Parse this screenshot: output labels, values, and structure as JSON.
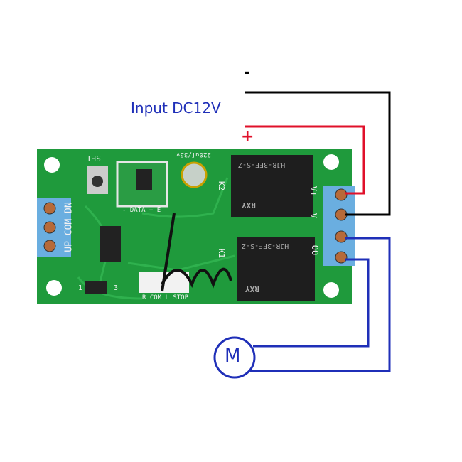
{
  "diagram": {
    "input_label": "Input DC12V",
    "negative_sign": "-",
    "positive_sign": "+",
    "motor_label": "M",
    "board": {
      "set_label": "SET",
      "capacitor_label": "220uf/35v",
      "relay_k2": "K2",
      "relay_k1": "K1",
      "relay_model_1": "HJR-3FF-S-Z",
      "relay_model_2": "HJR-3FF-S-Z",
      "relay_brand_1": "RXY",
      "relay_brand_2": "RXY",
      "left_terminal_label": "UP COM DN",
      "module_pins": "- DATA + E",
      "connector_label": "R COM L STOP",
      "right_terminal_plus": "V+",
      "right_terminal_minus": "V-",
      "right_terminal_out": "OO",
      "jumper_1": "1",
      "jumper_3": "3"
    },
    "colors": {
      "board": "#1f9a3c",
      "terminal": "#6aaee0",
      "wire_negative": "#000000",
      "wire_positive": "#e0102a",
      "wire_motor": "#1f2fb8"
    }
  }
}
